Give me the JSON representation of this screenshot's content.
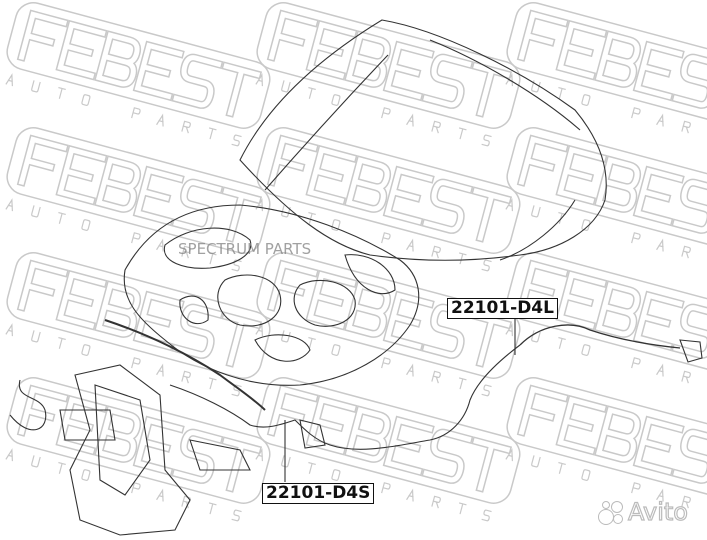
{
  "watermark": {
    "brand": "FEBEST",
    "subtitle": "AUTO PARTS",
    "color": "#c9c9c9"
  },
  "overlay_watermark": "SPECTRUM PARTS",
  "site_watermark": "Avito",
  "parts": [
    {
      "number": "22101-D4L"
    },
    {
      "number": "22101-D4S"
    }
  ]
}
